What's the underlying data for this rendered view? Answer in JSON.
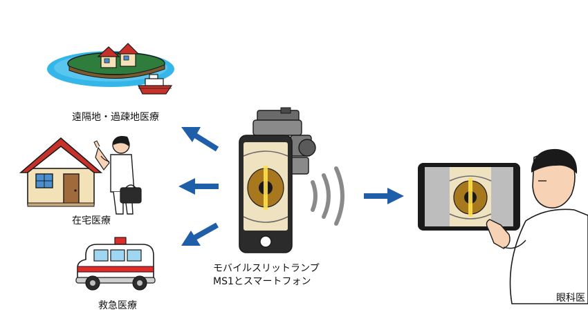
{
  "labels": {
    "remote": "遠隔地・過疎地医療",
    "home": "在宅医療",
    "emergency": "救急医療",
    "device_line1": "モバイルスリットランプ",
    "device_line2": "MS1とスマートフォン",
    "doctor": "眼科医"
  },
  "icons": {
    "island": "island-houses-icon",
    "boat": "boat-icon",
    "house": "house-icon",
    "visitor": "visiting-doctor-icon",
    "ambulance": "ambulance-icon",
    "phone": "smartphone-slit-lamp-icon",
    "wireless": "wireless-signal-icon",
    "tablet": "tablet-eye-image-icon",
    "ophthalmologist": "ophthalmologist-icon"
  },
  "colors": {
    "arrow": "#1f5ea8",
    "sea": "#35b6e8",
    "island": "#2f7d3c",
    "house_roof": "#c8302a",
    "iris": "#a8781e"
  }
}
